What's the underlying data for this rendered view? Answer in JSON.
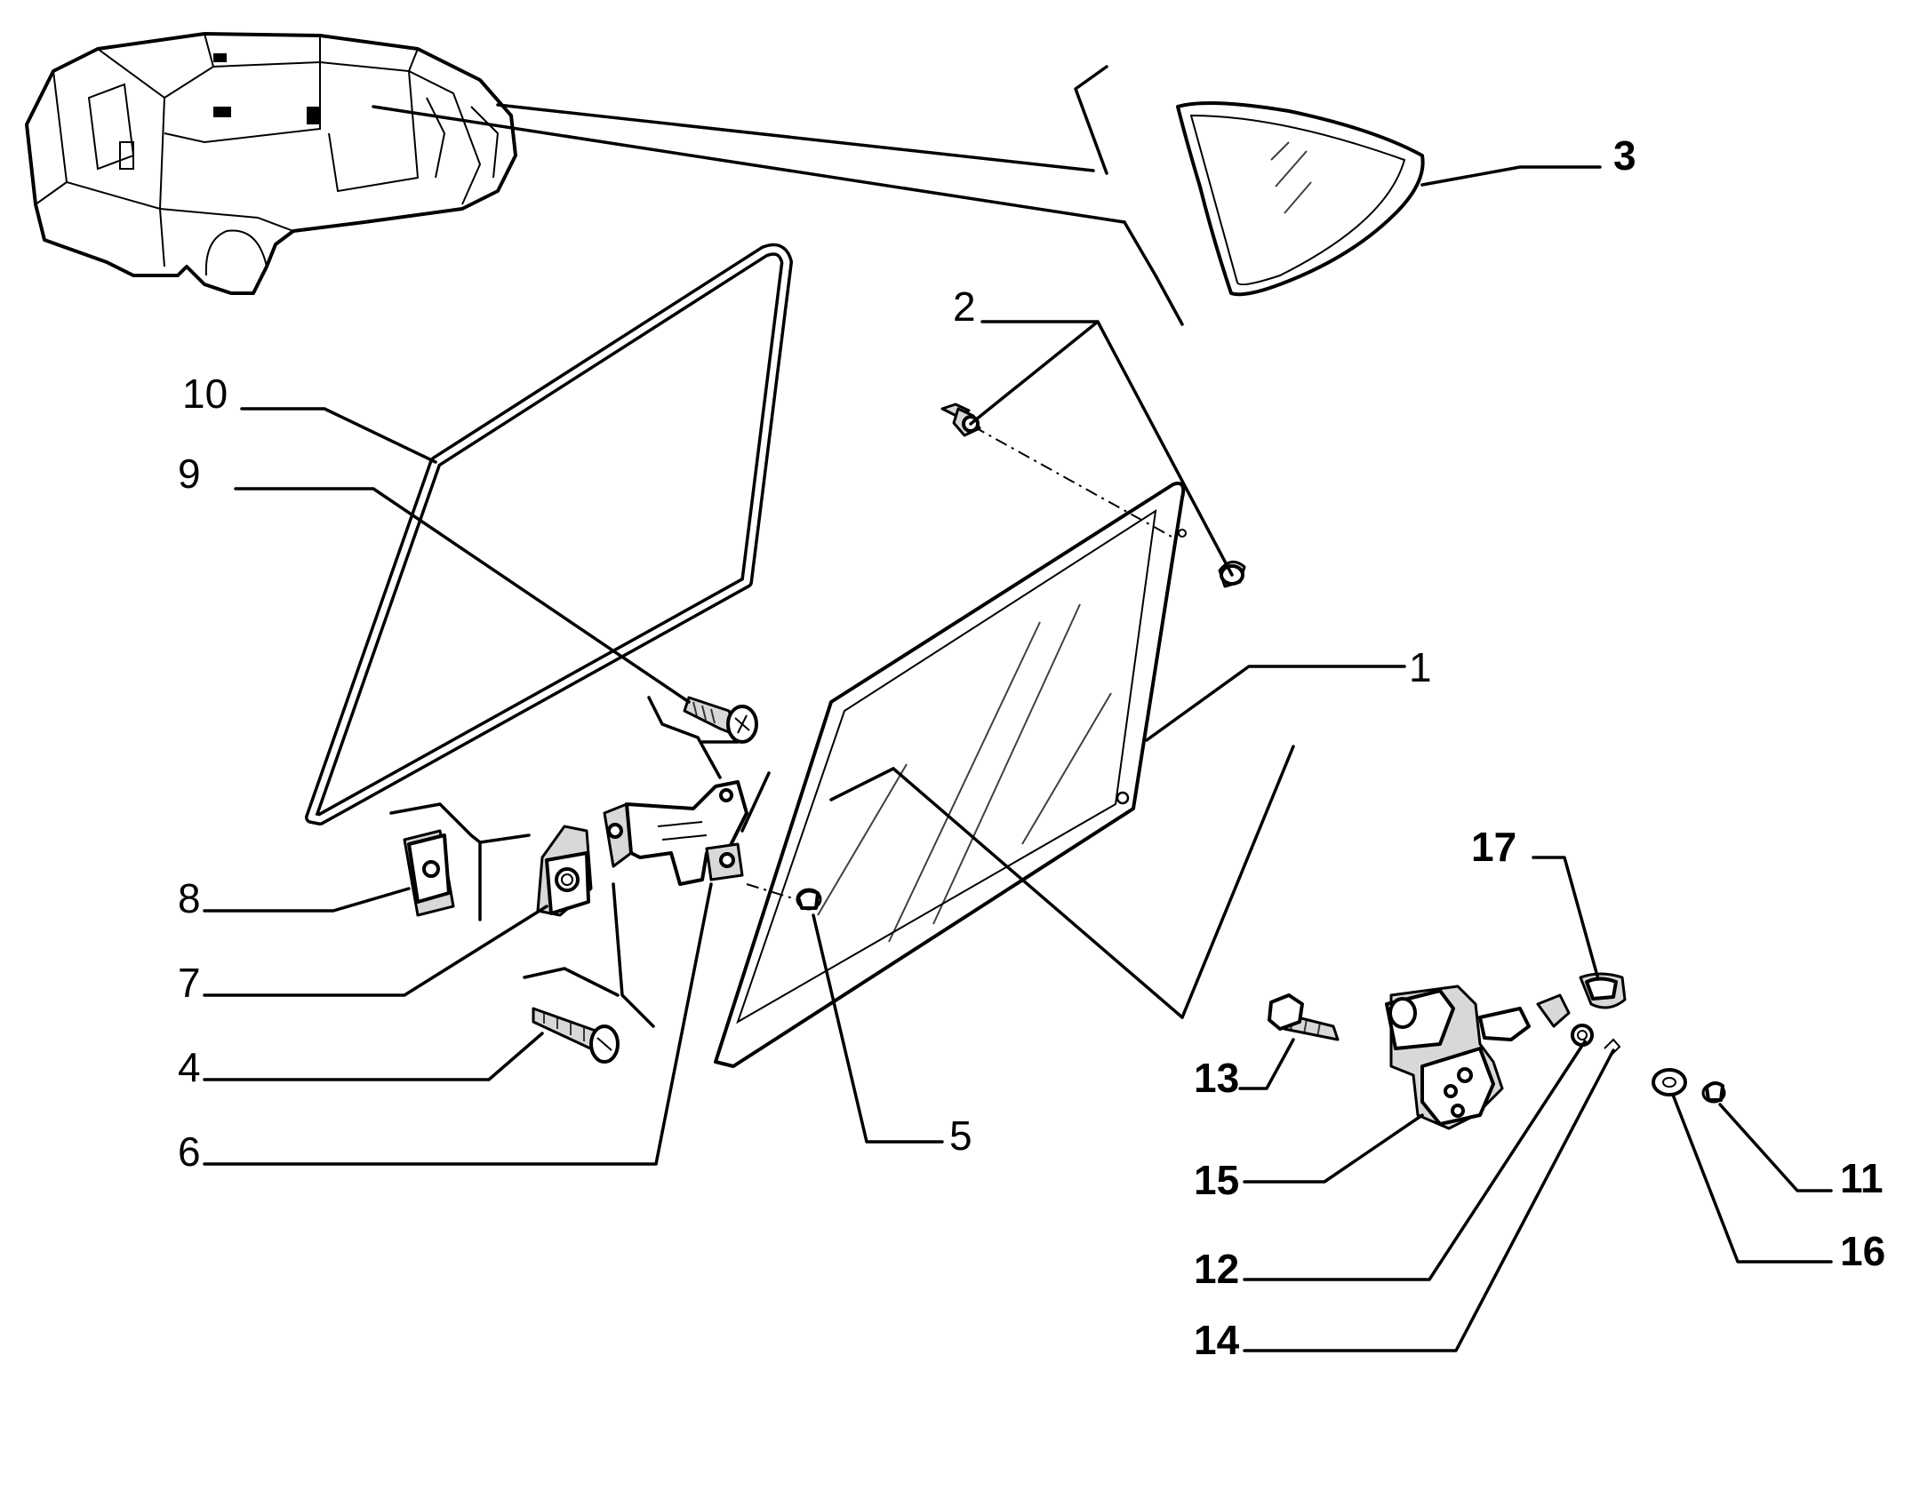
{
  "callouts": {
    "c1": "1",
    "c2": "2",
    "c3": "3",
    "c4": "4",
    "c5": "5",
    "c6": "6",
    "c7": "7",
    "c8": "8",
    "c9": "9",
    "c10": "10",
    "c11": "11",
    "c12": "12",
    "c13": "13",
    "c14": "14",
    "c15": "15",
    "c16": "16",
    "c17": "17"
  },
  "parts": {
    "1": "side-window-glass",
    "2": "glass-fixing-screw-and-cap",
    "3": "quarter-window-glass",
    "4": "self-tapping-screw",
    "5": "glass-pivot-cap",
    "6": "front-hinge",
    "7": "hinge-mounting-bracket",
    "8": "square-spring-nut",
    "9": "hinge-screw",
    "10": "window-frame-seal",
    "11": "small-cap",
    "12": "washer",
    "13": "latch-bolt",
    "14": "spring-clip",
    "15": "latch-lock",
    "16": "flat-washer",
    "17": "rubber-grommet"
  }
}
